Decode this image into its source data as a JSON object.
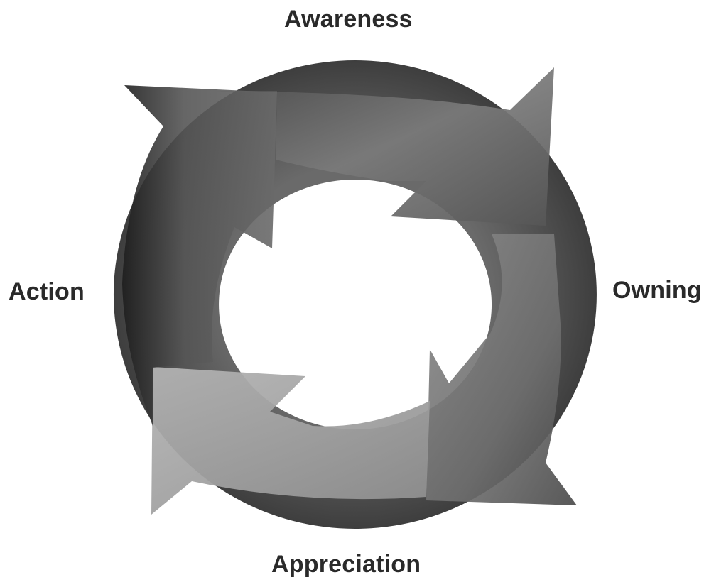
{
  "diagram": {
    "stages": [
      {
        "id": "awareness",
        "label": "Awareness",
        "color": "#6f6f6f"
      },
      {
        "id": "owning",
        "label": "Owning",
        "color": "#7a7a7a"
      },
      {
        "id": "appreciation",
        "label": "Appreciation",
        "color": "#a5a5a5"
      },
      {
        "id": "action",
        "label": "Action",
        "color": "#5e5e5e"
      }
    ],
    "ring_color": "#525252",
    "flow": "clockwise"
  }
}
